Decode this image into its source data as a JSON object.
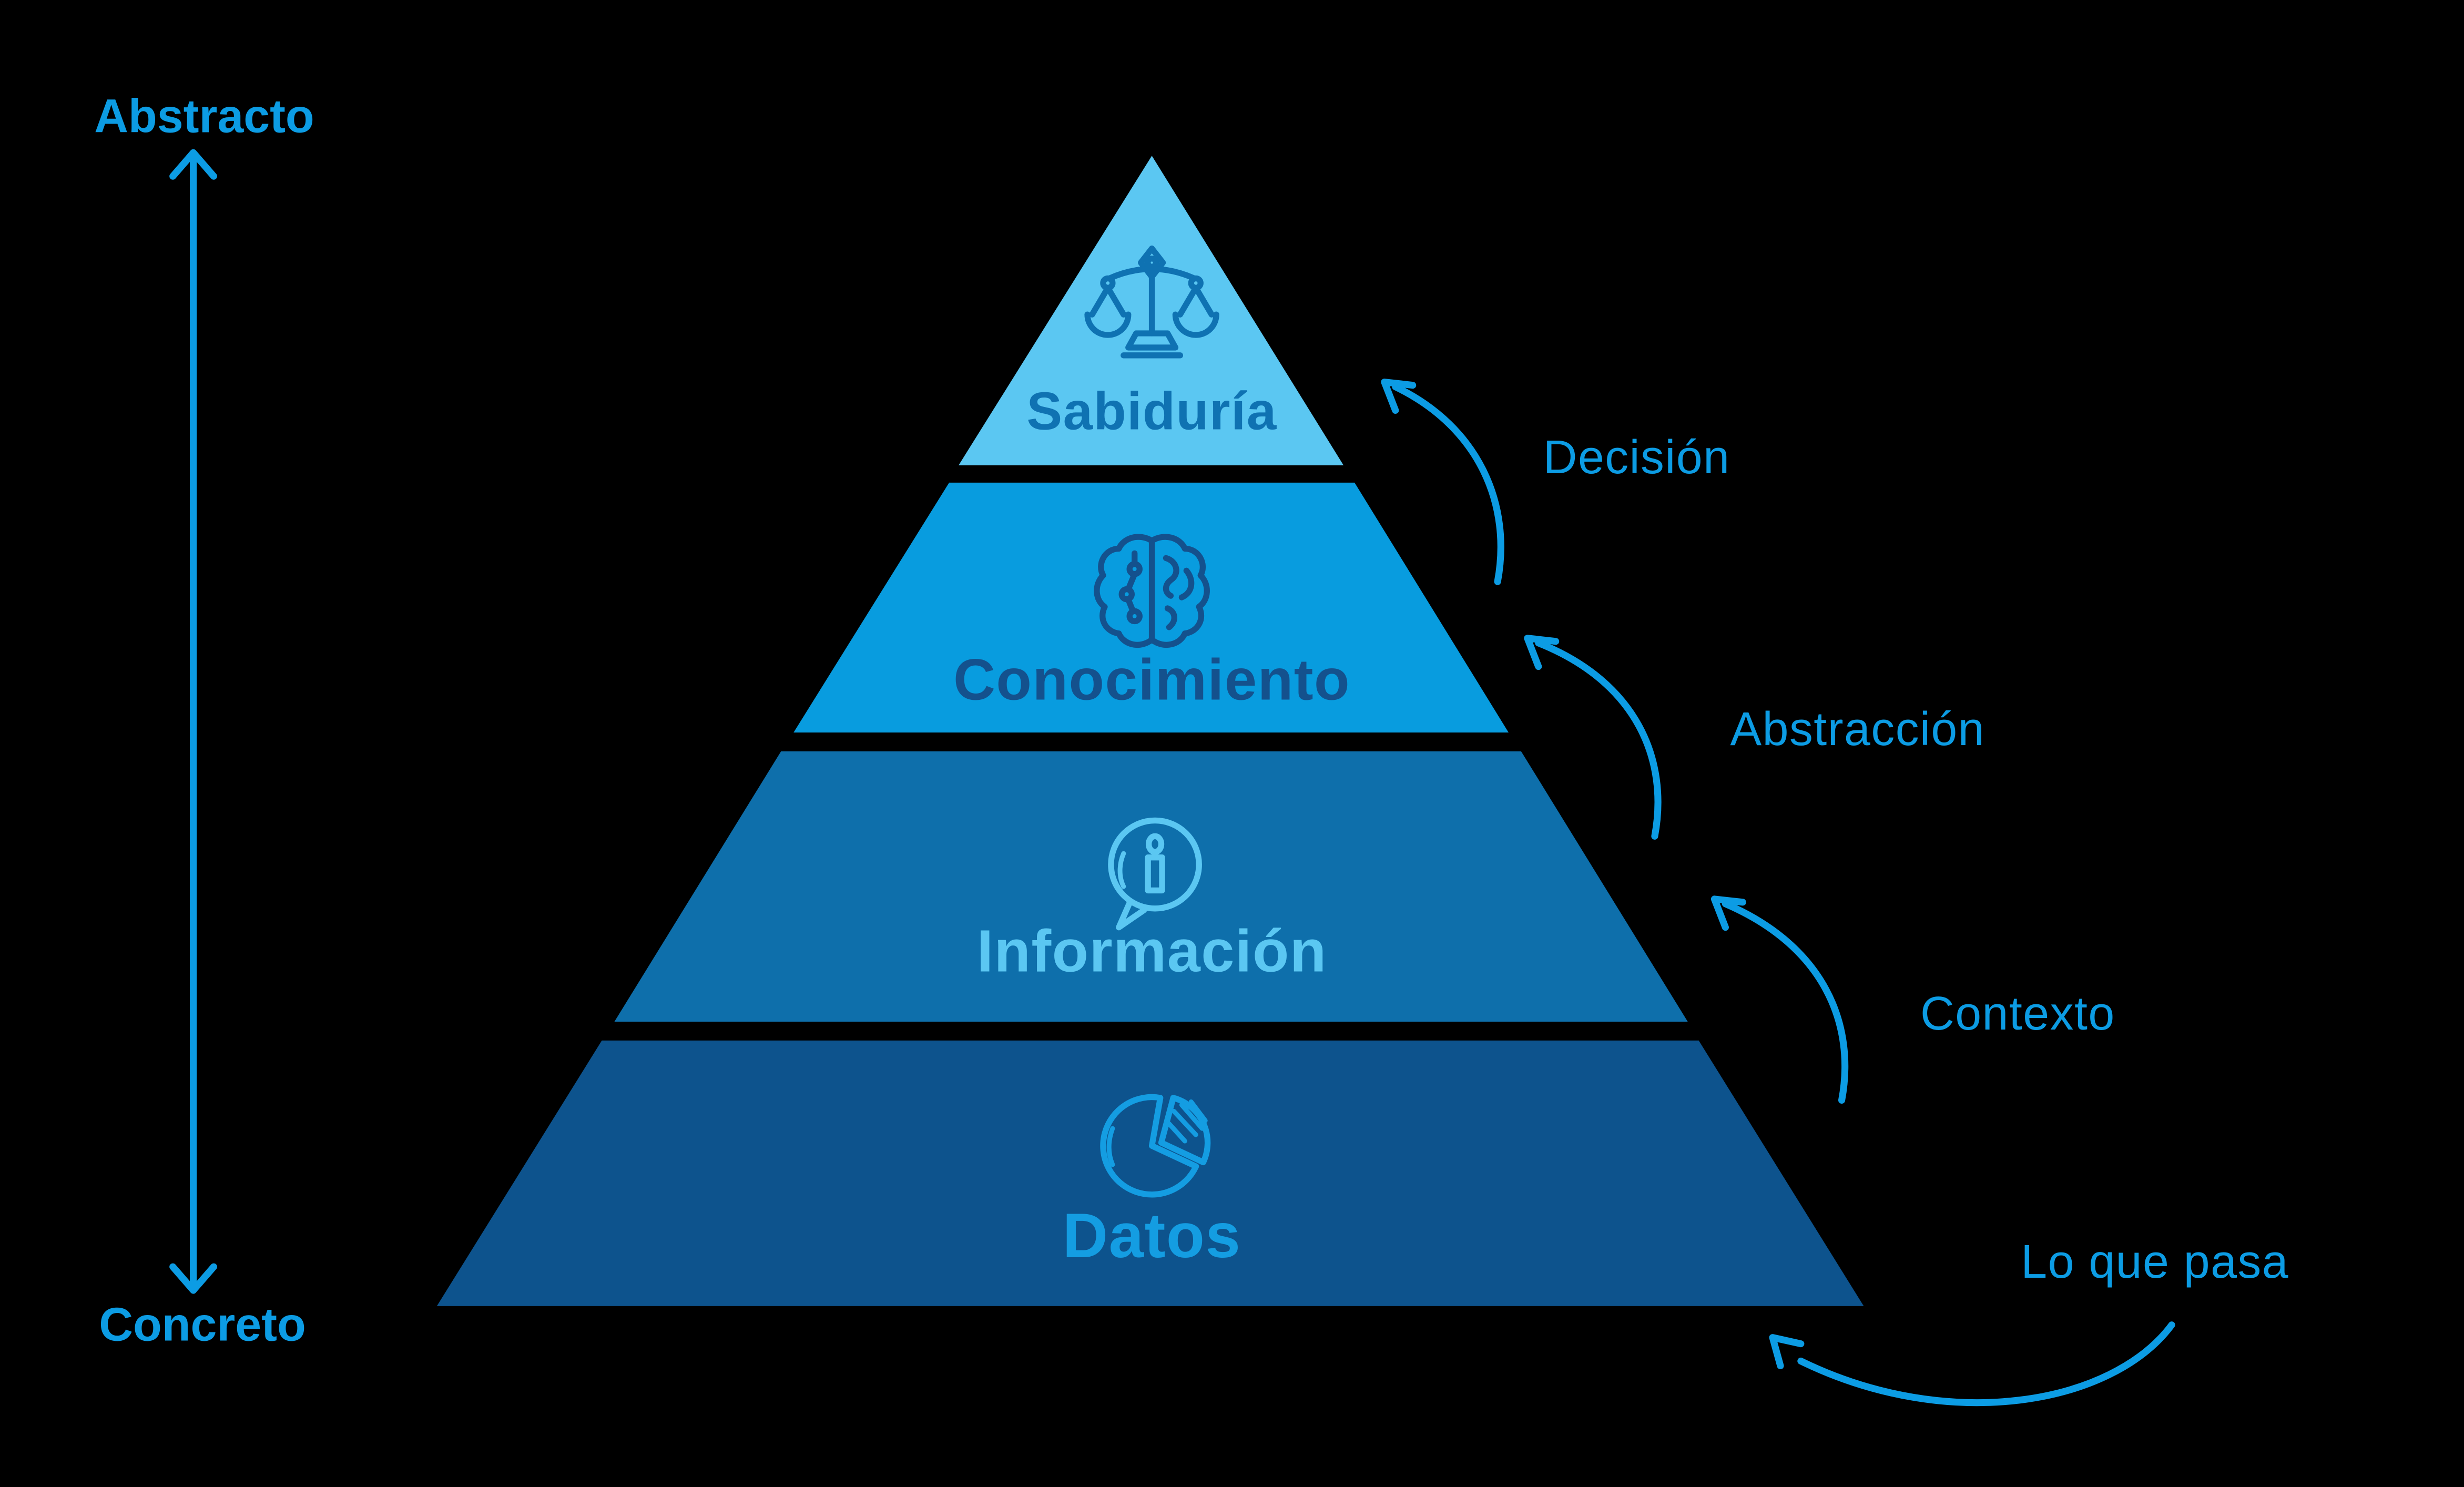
{
  "background": "#000000",
  "axis": {
    "top_label": "Abstracto",
    "bottom_label": "Concreto",
    "color": "#0C9CE4"
  },
  "pyramid": {
    "tiers": [
      {
        "label": "Sabiduría",
        "icon": "scales-icon",
        "fill": "#5BC7F2",
        "content_color": "#0F72B2"
      },
      {
        "label": "Conocimiento",
        "icon": "brain-icon",
        "fill": "#089CDF",
        "content_color": "#14518D"
      },
      {
        "label": "Información",
        "icon": "info-icon",
        "fill": "#0E6FAB",
        "content_color": "#5BC7F2"
      },
      {
        "label": "Datos",
        "icon": "pie-chart-icon",
        "fill": "#0D538D",
        "content_color": "#149DE2"
      }
    ]
  },
  "annotations": {
    "color": "#0C9CE4",
    "items": [
      {
        "label": "Decisión"
      },
      {
        "label": "Abstracción"
      },
      {
        "label": "Contexto"
      },
      {
        "label": "Lo que pasa"
      }
    ]
  }
}
